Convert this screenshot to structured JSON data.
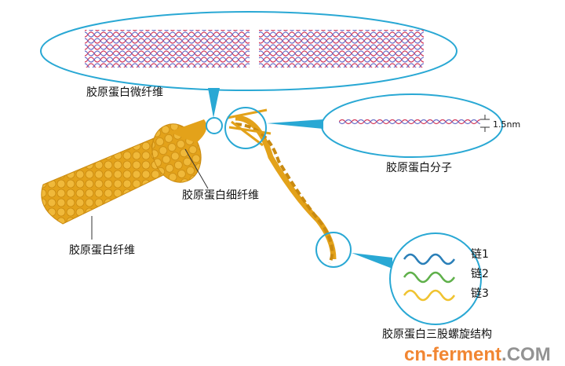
{
  "labels": {
    "microfibril": "胶原蛋白微纤维",
    "molecule": "胶原蛋白分子",
    "diameter": "1.5nm",
    "fibril": "胶原蛋白细纤维",
    "fiber": "胶原蛋白纤维",
    "triple_helix": "胶原蛋白三股螺旋结构"
  },
  "strands": [
    {
      "label": "链1",
      "color": "#2a7fb8"
    },
    {
      "label": "链2",
      "color": "#5fb04a"
    },
    {
      "label": "链3",
      "color": "#f0c330"
    }
  ],
  "watermark": {
    "main": "cn-ferment",
    "suffix": ".COM"
  },
  "colors": {
    "outline": "#29a8d4",
    "fiber": "#e3a21a",
    "helix_red": "#d33a5a",
    "helix_blue": "#6a6fc8"
  }
}
